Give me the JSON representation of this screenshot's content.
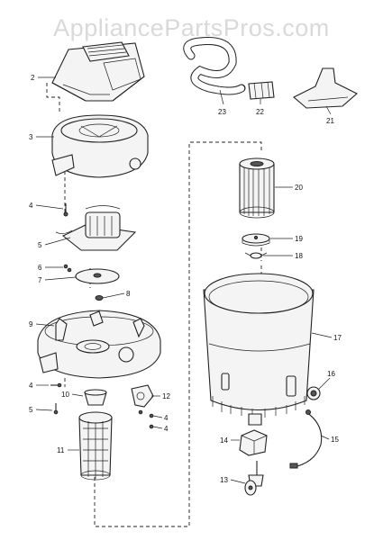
{
  "watermark": "AppliancePartsPros.com",
  "callouts": [
    {
      "id": "c2",
      "text": "2"
    },
    {
      "id": "c3",
      "text": "3"
    },
    {
      "id": "c4a",
      "text": "4"
    },
    {
      "id": "c5",
      "text": "5"
    },
    {
      "id": "c6",
      "text": "6"
    },
    {
      "id": "c7",
      "text": "7"
    },
    {
      "id": "c8",
      "text": "8"
    },
    {
      "id": "c9",
      "text": "9"
    },
    {
      "id": "c4b",
      "text": "4"
    },
    {
      "id": "c10",
      "text": "10"
    },
    {
      "id": "c12",
      "text": "12"
    },
    {
      "id": "c5b",
      "text": "5"
    },
    {
      "id": "c4c",
      "text": "4"
    },
    {
      "id": "c4d",
      "text": "4"
    },
    {
      "id": "c11",
      "text": "11"
    },
    {
      "id": "c23",
      "text": "23"
    },
    {
      "id": "c22",
      "text": "22"
    },
    {
      "id": "c21",
      "text": "21"
    },
    {
      "id": "c20",
      "text": "20"
    },
    {
      "id": "c19",
      "text": "19"
    },
    {
      "id": "c18",
      "text": "18"
    },
    {
      "id": "c17",
      "text": "17"
    },
    {
      "id": "c16",
      "text": "16"
    },
    {
      "id": "c14",
      "text": "14"
    },
    {
      "id": "c15",
      "text": "15"
    },
    {
      "id": "c13",
      "text": "13"
    }
  ]
}
